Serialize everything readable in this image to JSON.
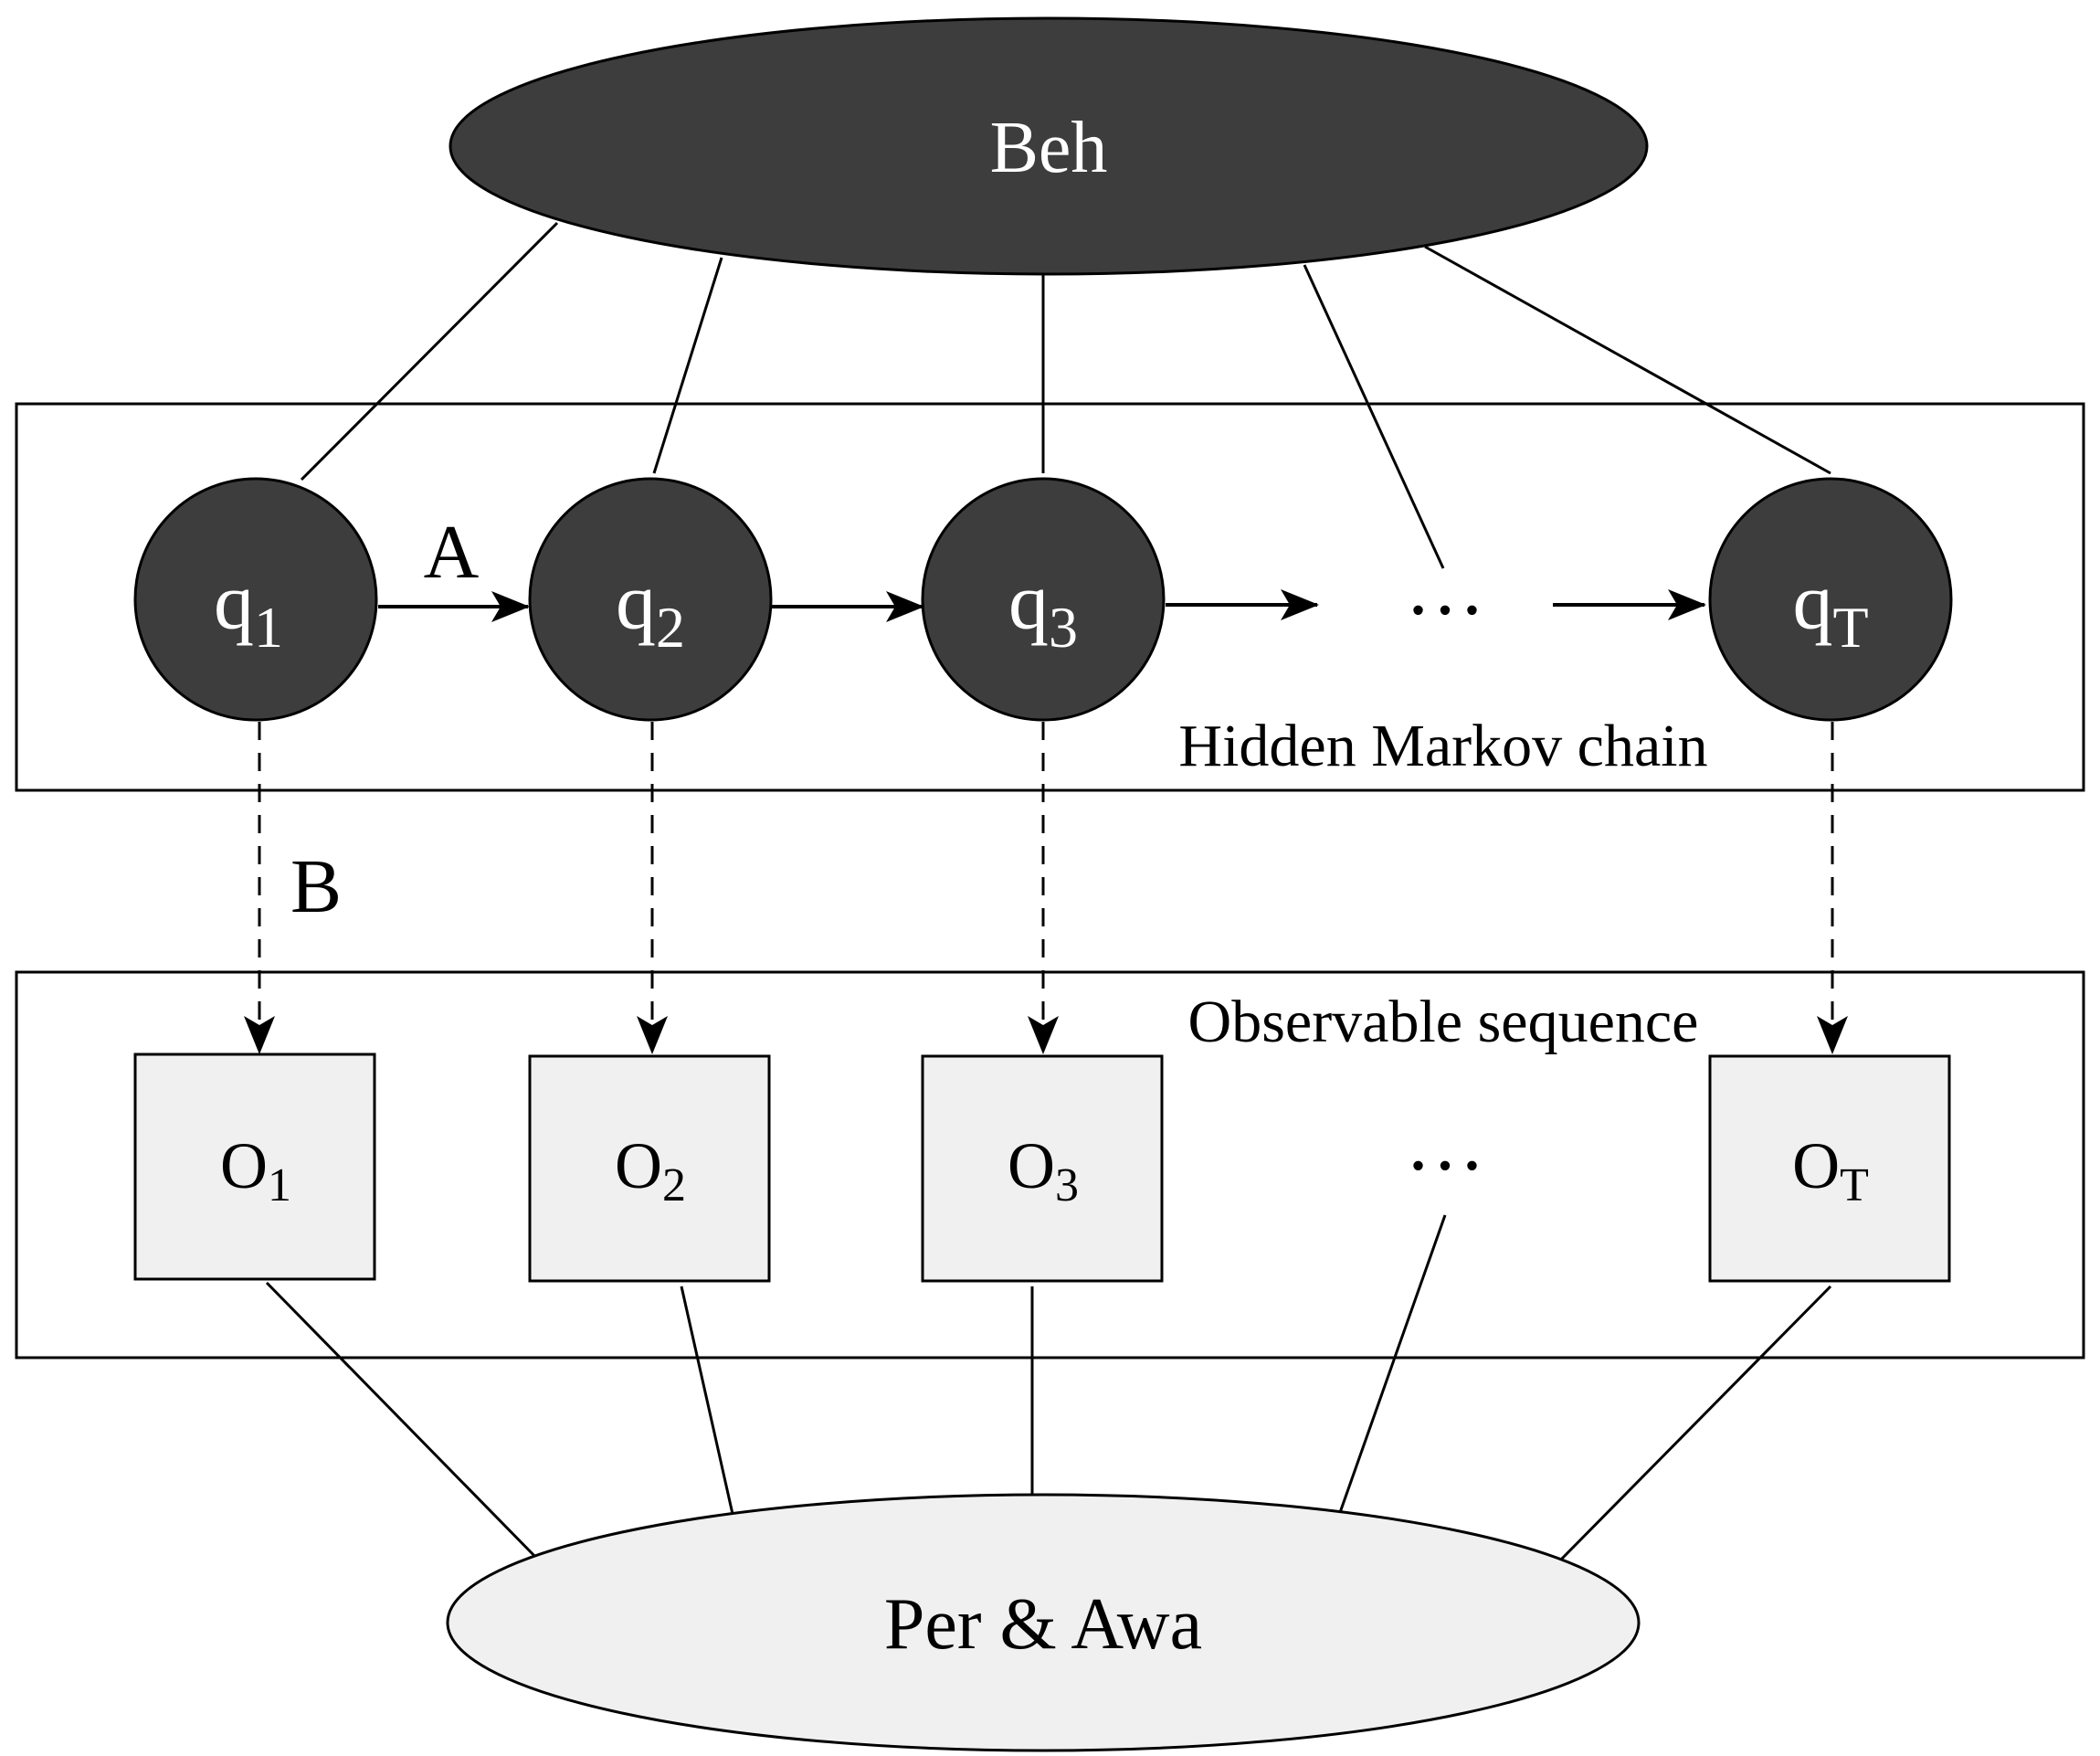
{
  "top_node": {
    "label": "Beh"
  },
  "bottom_node": {
    "label": "Per & Awa"
  },
  "hidden_chain": {
    "caption": "Hidden Markov chain",
    "transition_label": "A",
    "ellipsis": "…",
    "states": [
      {
        "base": "q",
        "sub": "1"
      },
      {
        "base": "q",
        "sub": "2"
      },
      {
        "base": "q",
        "sub": "3"
      },
      {
        "base": "q",
        "sub": "T"
      }
    ]
  },
  "observable": {
    "caption": "Observable sequence",
    "emission_label": "B",
    "ellipsis": "…",
    "observations": [
      {
        "base": "O",
        "sub": "1"
      },
      {
        "base": "O",
        "sub": "2"
      },
      {
        "base": "O",
        "sub": "3"
      },
      {
        "base": "O",
        "sub": "T"
      }
    ]
  },
  "colors": {
    "dark_fill": "#3d3d3d",
    "light_fill": "#f0f0f0",
    "stroke": "#000000",
    "dark_text": "#ffffff",
    "light_text": "#000000"
  }
}
